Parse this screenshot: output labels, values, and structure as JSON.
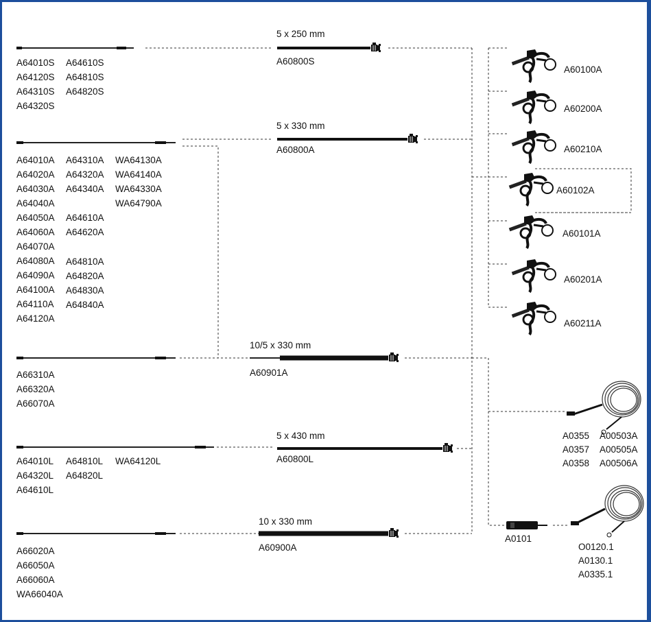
{
  "insert_groups": [
    {
      "codes": [
        "A64010S",
        "A64610S",
        "A64120S",
        "A64810S",
        "A64310S",
        "A64820S",
        "A64320S"
      ]
    },
    {
      "codes": [
        "A64010A",
        "A64310A",
        "WA64130A",
        "A64020A",
        "A64320A",
        "WA64140A",
        "A64030A",
        "A64340A",
        "WA64330A",
        "A64040A",
        "WA64790A",
        "A64050A",
        "A64610A",
        "A64060A",
        "A64620A",
        "A64070A",
        "A64080A",
        "A64810A",
        "A64090A",
        "A64820A",
        "A64100A",
        "A64830A",
        "A64110A",
        "A64840A",
        "A64120A"
      ]
    },
    {
      "codes": [
        "A66310A",
        "A66320A",
        "A66070A"
      ]
    },
    {
      "codes": [
        "A64010L",
        "A64810L",
        "WA64120L",
        "A64320L",
        "A64820L",
        "A64610L"
      ]
    },
    {
      "codes": [
        "A66020A",
        "A66050A",
        "A66060A",
        "WA66040A"
      ]
    }
  ],
  "sheaths": [
    {
      "size": "5 x 250 mm",
      "code": "A60800S"
    },
    {
      "size": "5 x 330 mm",
      "code": "A60800A"
    },
    {
      "size": "10/5 x 330 mm",
      "code": "A60901A"
    },
    {
      "size": "5 x 430 mm",
      "code": "A60800L"
    },
    {
      "size": "10 x 330 mm",
      "code": "A60900A"
    }
  ],
  "handles": [
    "A60100A",
    "A60200A",
    "A60210A",
    "A60102A",
    "A60101A",
    "A60201A",
    "A60211A"
  ],
  "cables_top": [
    "A0355",
    "A00503A",
    "A0357",
    "A00505A",
    "A0358",
    "A00506A"
  ],
  "adapter": "A0101",
  "cables_bottom": [
    "O0120.1",
    "A0130.1",
    "A0335.1"
  ],
  "icons": {
    "handle": "scissor-handle-icon",
    "cable": "coiled-cable-icon",
    "adapter": "adapter-plug-icon",
    "connector": "sheath-connector-icon"
  },
  "colors": {
    "frame": "#1d4f9c",
    "ink": "#111111"
  }
}
